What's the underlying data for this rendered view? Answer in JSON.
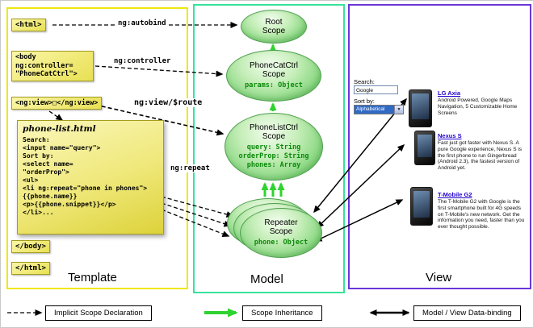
{
  "panels": {
    "template": {
      "title": "Template"
    },
    "model": {
      "title": "Model"
    },
    "view": {
      "title": "View"
    }
  },
  "template": {
    "html_open": "<html>",
    "body_open_lines": [
      "<body",
      "ng:controller=",
      "\"PhoneCatCtrl\">"
    ],
    "ng_view": "<ng:view>□</ng:view>",
    "body_close": "</body>",
    "html_close": "</html>",
    "note": {
      "title": "phone-list.html",
      "lines": [
        "Search:",
        "<input name=\"query\">",
        "Sort by:",
        "<select name=",
        "\"orderProp\">",
        "<ul>",
        "<li ng:repeat=\"phone in phones\">",
        "{{phone.name}}",
        "<p>{{phone.snippet}}</p>",
        "</li>..."
      ]
    }
  },
  "arrows": {
    "autobind": "ng:autobind",
    "controller": "ng:controller",
    "view_route": "ng:view/$route",
    "repeat": "ng:repeat"
  },
  "model": {
    "scopes": {
      "root": {
        "title": "Root\nScope"
      },
      "phonecat": {
        "title": "PhoneCatCtrl\nScope",
        "props": [
          "params: Object"
        ]
      },
      "phonelist": {
        "title": "PhoneListCtrl\nScope",
        "props": [
          "query: String",
          "orderProp: String",
          "phones: Array"
        ]
      },
      "repeater": {
        "title": "Repeater\nScope",
        "props": [
          "phone: Object"
        ]
      }
    }
  },
  "view": {
    "search_label": "Search:",
    "search_value": "Google",
    "sort_label": "Sort by:",
    "sort_value": "Alphabetical",
    "phones": [
      {
        "name": "LG Axia",
        "desc": "Android Powered, Google Maps Navigation, 5 Customizable Home Screens"
      },
      {
        "name": "Nexus S",
        "desc": "Fast just got faster with Nexus S. A pure Google experience, Nexus S is the first phone to run Gingerbread (Android 2.3), the fastest version of Android yet."
      },
      {
        "name": "T-Mobile G2",
        "desc": "The T-Mobile G2 with Google is the first smartphone built for 4G speeds on T-Mobile's new network. Get the information you need, faster than you ever thought possible."
      }
    ]
  },
  "legend": {
    "implicit": "Implicit Scope Declaration",
    "inheritance": "Scope Inheritance",
    "databinding": "Model / View Data-binding"
  }
}
